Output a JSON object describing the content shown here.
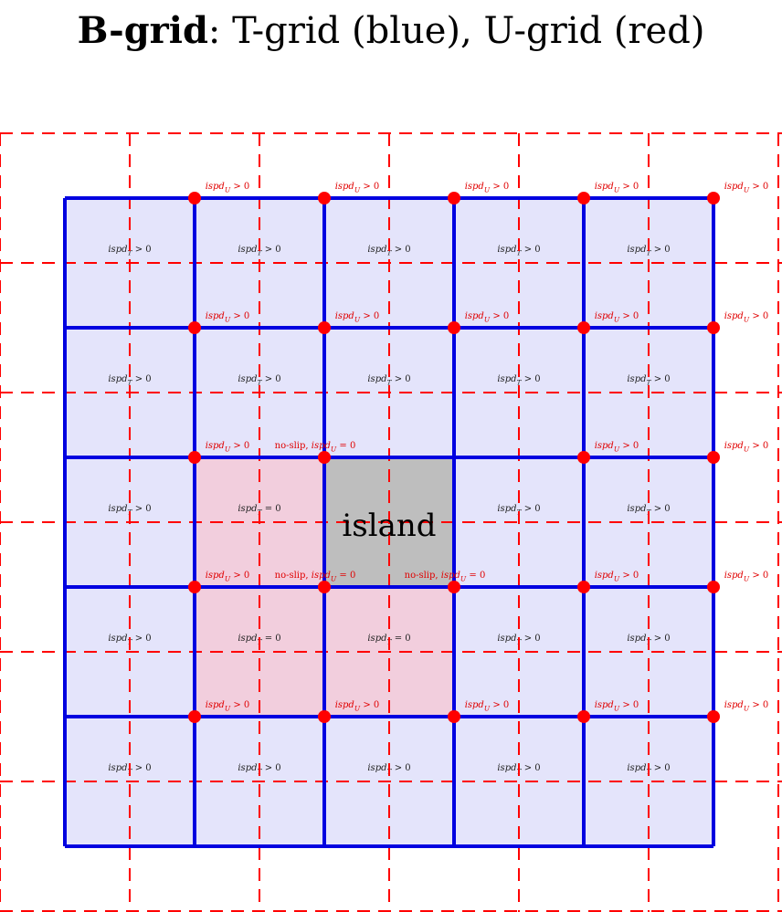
{
  "title": {
    "bold": "B-grid",
    "rest": ": T-grid (blue), U-grid (red)"
  },
  "colors": {
    "t_grid": "#0000e0",
    "u_grid": "#ff0000",
    "cell_fill": "#e4e4fb",
    "land_fill": "#f2cedd",
    "island_fill": "#bebebe",
    "u_label": "#e00000"
  },
  "grid": {
    "cols": 5,
    "rows": 5,
    "island": {
      "label": "island",
      "col": 2,
      "row": 2
    },
    "t_labels": [
      [
        "ispd_T > 0",
        "ispd_T > 0",
        "ispd_T > 0",
        "ispd_T > 0",
        "ispd_T > 0"
      ],
      [
        "ispd_T > 0",
        "ispd_T > 0",
        "ispd_T > 0",
        "ispd_T > 0",
        "ispd_T > 0"
      ],
      [
        "ispd_T > 0",
        "ispd_T = 0",
        "",
        "ispd_T > 0",
        "ispd_T > 0"
      ],
      [
        "ispd_T > 0",
        "ispd_T = 0",
        "ispd_T = 0",
        "ispd_T > 0",
        "ispd_T > 0"
      ],
      [
        "ispd_T > 0",
        "ispd_T > 0",
        "ispd_T > 0",
        "ispd_T > 0",
        "ispd_T > 0"
      ]
    ],
    "land_cells": [
      [
        2,
        1
      ],
      [
        3,
        1
      ],
      [
        3,
        2
      ]
    ],
    "u_nodes": [
      [
        "ispd_U > 0",
        "ispd_U > 0",
        "ispd_U > 0",
        "ispd_U > 0",
        "ispd_U > 0"
      ],
      [
        "ispd_U > 0",
        "ispd_U > 0",
        "ispd_U > 0",
        "ispd_U > 0",
        "ispd_U > 0"
      ],
      [
        "ispd_U > 0",
        "no-slip, ispd_U = 0",
        "",
        "ispd_U > 0",
        "ispd_U > 0"
      ],
      [
        "ispd_U > 0",
        "no-slip, ispd_U = 0",
        "no-slip, ispd_U = 0",
        "ispd_U > 0",
        "ispd_U > 0"
      ],
      [
        "ispd_U > 0",
        "ispd_U > 0",
        "ispd_U > 0",
        "ispd_U > 0",
        "ispd_U > 0"
      ]
    ]
  }
}
